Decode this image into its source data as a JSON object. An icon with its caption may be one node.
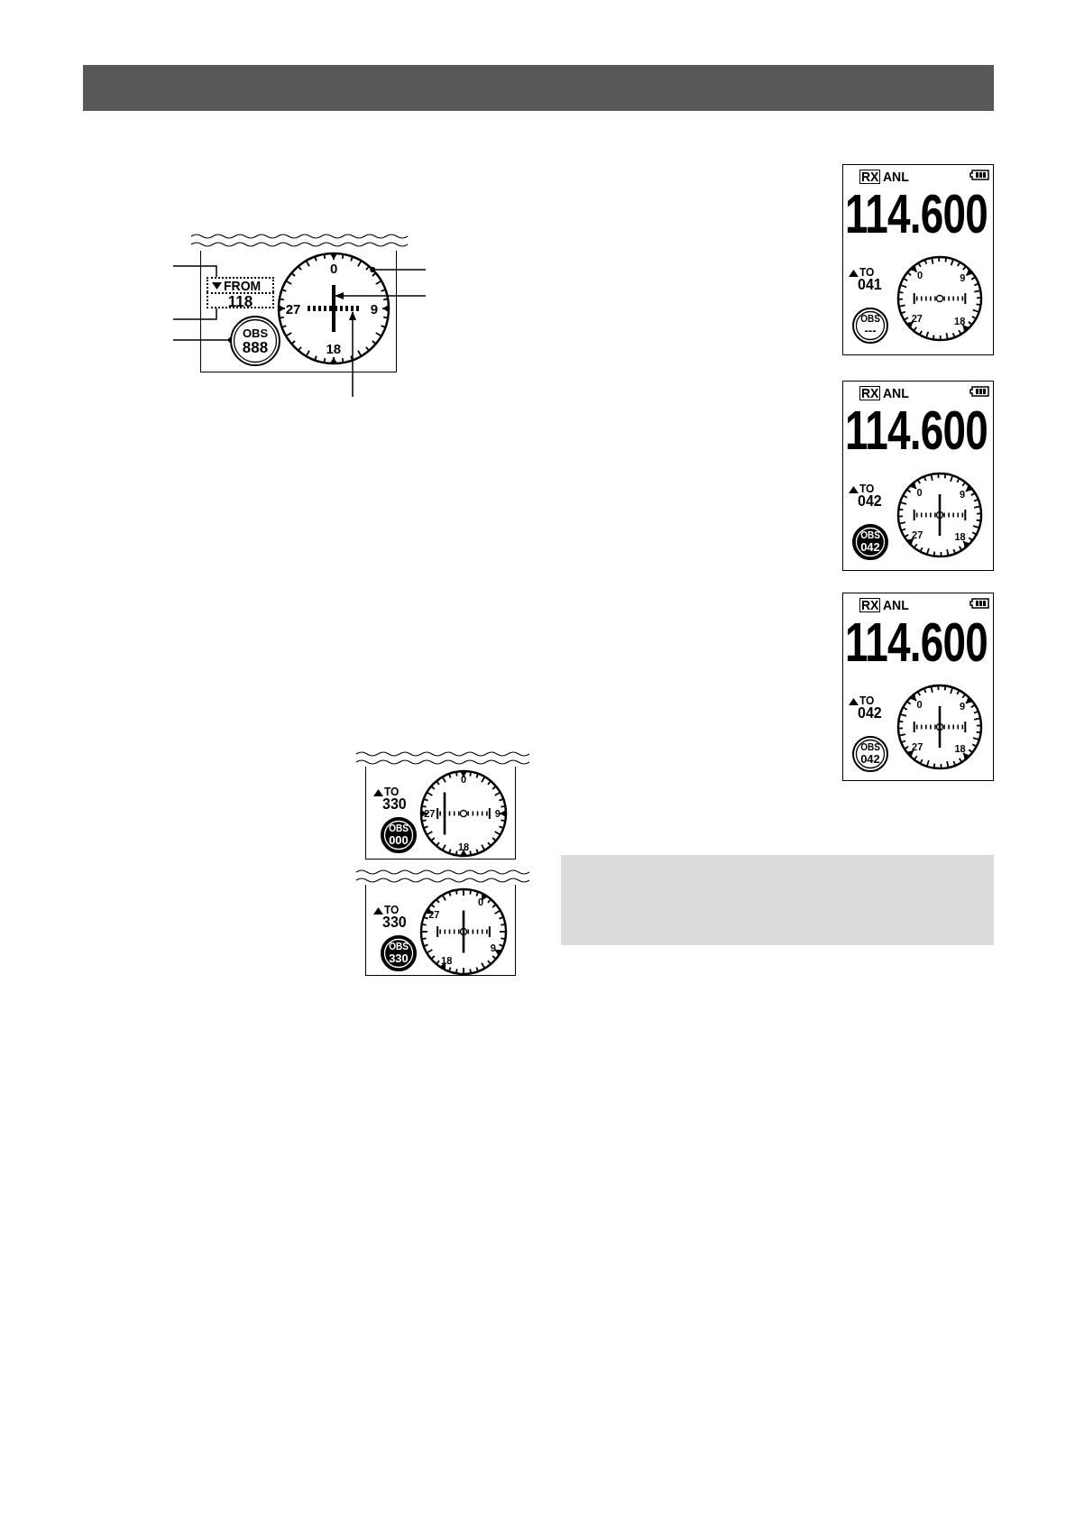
{
  "diagram": {
    "nodes": [
      {
        "text": [],
        "shape": "box"
      },
      {
        "text": [
          "FROM"
        ],
        "in": 0
      },
      {
        "text": [
          "118"
        ],
        "in": 0
      },
      {
        "text": [
          "OBS",
          "888"
        ],
        "in": 0
      },
      {
        "text": [
          "0",
          "27",
          "9",
          "18"
        ],
        "in": 0
      },
      {
        "text": [],
        "shape": "bar",
        "in": 4
      },
      {
        "text": [],
        "shape": "line",
        "in": 4
      },
      {
        "text": [],
        "shape": "band"
      },
      {
        "text": [],
        "shape": "box"
      }
    ],
    "edges": [
      {
        "from": null,
        "to": 1,
        "arrow": "none"
      },
      {
        "from": null,
        "to": 2,
        "arrow": "none"
      },
      {
        "from": null,
        "to": 3,
        "arrow": "other"
      },
      {
        "from": null,
        "to": 4,
        "arrow": "other"
      },
      {
        "from": null,
        "to": 5,
        "arrow": "to"
      },
      {
        "from": null,
        "to": 6,
        "arrow": "to"
      }
    ],
    "labels": [
      "TO",
      "330",
      "OBS",
      "000",
      "0",
      "27",
      "9",
      "18",
      "TO",
      "330",
      "OBS",
      "330",
      "0",
      "27",
      "9",
      "18",
      "RX",
      "ANL",
      "114.600",
      "TO",
      "041",
      "OBS",
      "---",
      "0",
      "9",
      "27",
      "18",
      "RX",
      "ANL",
      "114.600",
      "TO",
      "042",
      "OBS",
      "042",
      "0",
      "9",
      "27",
      "18",
      "RX",
      "ANL",
      "114.600",
      "TO",
      "042",
      "OBS",
      "042",
      "0",
      "9",
      "27",
      "18"
    ]
  }
}
